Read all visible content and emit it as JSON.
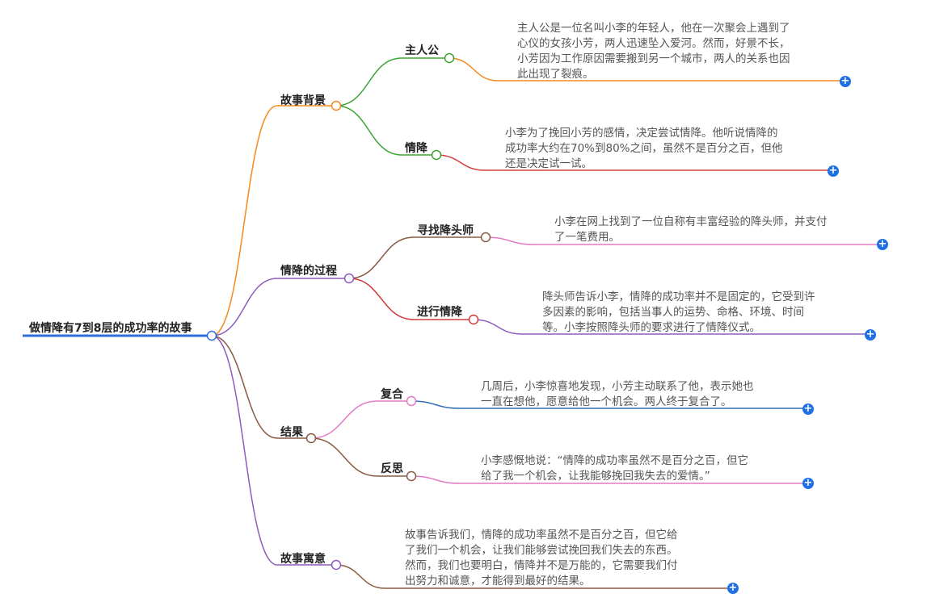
{
  "root": {
    "label": "做情降有7到8层的成功率的故事",
    "color": "#2f6fd6"
  },
  "branches": [
    {
      "key": "bg",
      "label": "故事背景",
      "color": "#f5891f",
      "children": [
        {
          "key": "bg1",
          "label": "主人公",
          "color": "#3aa334",
          "leaf_color": "#f5891f",
          "text": [
            "主人公是一位名叫小李的年轻人，他在一次聚会上遇到了",
            "心仪的女孩小芳，两人迅速坠入爱河。然而，好景不长，",
            "小芳因为工作原因需要搬到另一个城市，两人的关系也因",
            "此出现了裂痕。"
          ]
        },
        {
          "key": "bg2",
          "label": "情降",
          "color": "#3aa334",
          "leaf_color": "#d23b3b",
          "text": [
            "小李为了挽回小芳的感情，决定尝试情降。他听说情降的",
            "成功率大约在70%到80%之间，虽然不是百分之百，但他",
            "还是决定试一试。"
          ]
        }
      ]
    },
    {
      "key": "proc",
      "label": "情降的过程",
      "color": "#8e5bbd",
      "children": [
        {
          "key": "p1",
          "label": "寻找降头师",
          "color": "#8a5a44",
          "leaf_color": "#e37ac6",
          "text": [
            "小李在网上找到了一位自称有丰富经验的降头师，并支付",
            "了一笔费用。"
          ]
        },
        {
          "key": "p2",
          "label": "进行情降",
          "color": "#d23b3b",
          "leaf_color": "#8e5bbd",
          "text": [
            "降头师告诉小李，情降的成功率并不是固定的，它受到许",
            "多因素的影响，包括当事人的运势、命格、环境、时间",
            "等。小李按照降头师的要求进行了情降仪式。"
          ]
        }
      ]
    },
    {
      "key": "res",
      "label": "结果",
      "color": "#8a5a44",
      "children": [
        {
          "key": "r1",
          "label": "复合",
          "color": "#e37ac6",
          "leaf_color": "#2f6fb6",
          "text": [
            "几周后，小李惊喜地发现，小芳主动联系了他，表示她也",
            "一直在想他，愿意给他一个机会。两人终于复合了。"
          ]
        },
        {
          "key": "r2",
          "label": "反思",
          "color": "#8a5a44",
          "leaf_color": "#e37ac6",
          "text": [
            "小李感慨地说：“情降的成功率虽然不是百分之百，但它",
            "给了我一个机会，让我能够挽回我失去的爱情。”"
          ]
        }
      ]
    },
    {
      "key": "moral",
      "label": "故事寓意",
      "color": "#8e5bbd",
      "leaf_color": "#8a5a44",
      "text": [
        "故事告诉我们，情降的成功率虽然不是百分之百，但它给",
        "了我们一个机会，让我们能够尝试挽回我们失去的东西。",
        "然而，我们也要明白，情降并不是万能的，它需要我们付",
        "出努力和诚意，才能得到最好的结果。"
      ]
    }
  ],
  "expand_icon": "plus-circle-icon",
  "expand_symbol": "+"
}
